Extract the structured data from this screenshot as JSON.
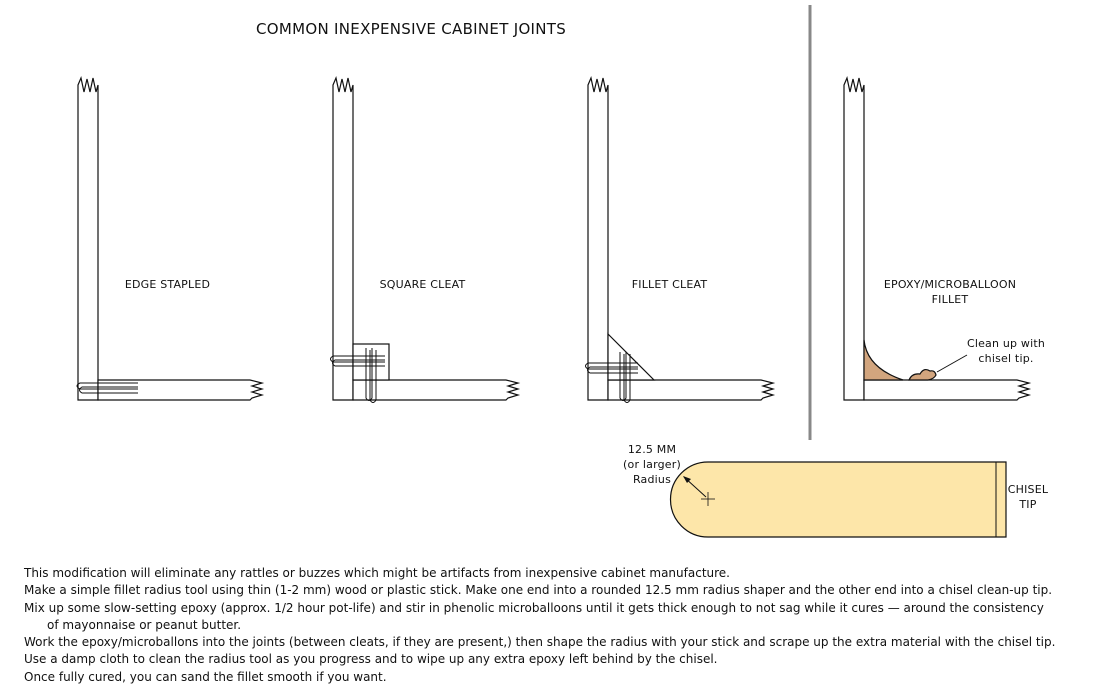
{
  "title": "COMMON INEXPENSIVE CABINET JOINTS",
  "joints": [
    {
      "label": "EDGE STAPLED"
    },
    {
      "label": "SQUARE CLEAT"
    },
    {
      "label": "FILLET CLEAT"
    },
    {
      "label": "EPOXY/MICROBALLOON",
      "label2": "FILLET"
    }
  ],
  "annotations": {
    "cleanup_1": "Clean up with",
    "cleanup_2": "chisel tip.",
    "radius_1": "12.5 MM",
    "radius_2": "(or larger)",
    "radius_3": "Radius",
    "chisel_1": "CHISEL",
    "chisel_2": "TIP"
  },
  "colors": {
    "fillet": "#d2a57e",
    "tool": "#fde6a9",
    "line": "#111111",
    "divider": "#888888"
  },
  "notes": [
    "This modification will eliminate any rattles or buzzes which might be artifacts from inexpensive cabinet manufacture.",
    "Make a simple fillet radius tool using thin (1-2 mm) wood or plastic stick. Make one end into a rounded 12.5 mm radius shaper and the other end into a chisel clean-up tip.",
    "Mix up some slow-setting epoxy (approx. 1/2 hour pot-life) and stir in phenolic microballoons until it gets thick enough to not sag while it cures — around the consistency",
    "of mayonnaise or peanut butter.",
    "Work the epoxy/microballons into the joints (between cleats, if they are present,) then shape the radius with your stick and scrape up the extra material with the chisel tip.",
    "Use a damp cloth to clean the radius tool as you progress and to wipe up any extra epoxy left behind by the chisel.",
    "Once fully cured, you can sand the fillet smooth if you want."
  ]
}
